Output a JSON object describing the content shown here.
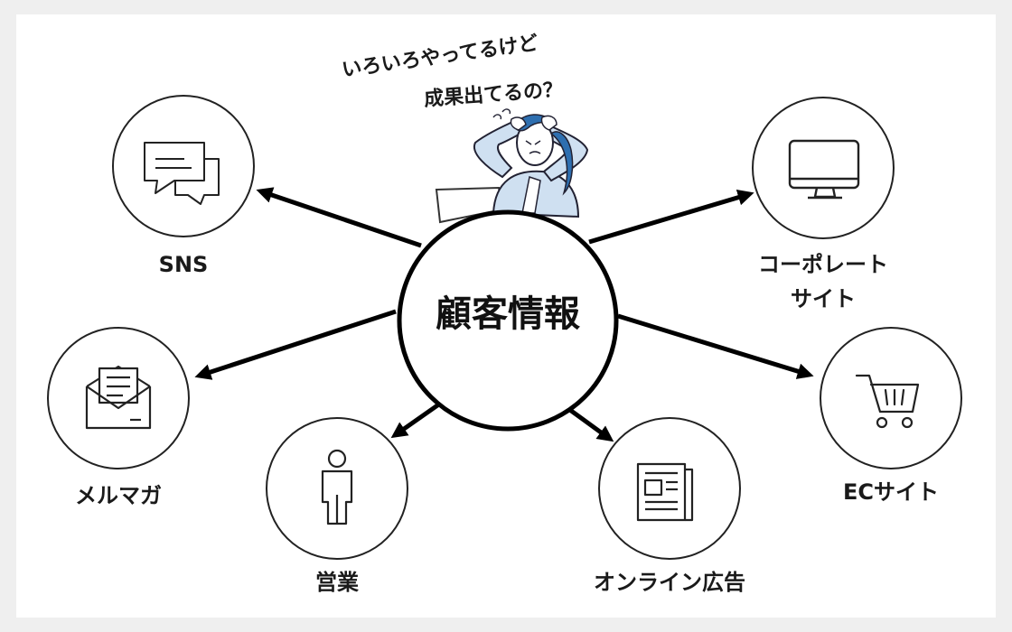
{
  "center": {
    "label": "顧客情報"
  },
  "thought": {
    "line1": "いろいろやってるけど",
    "line2": "成果出てるの？"
  },
  "channels": {
    "sns": {
      "label": "SNS",
      "icon": "chat-bubbles-icon"
    },
    "corporate": {
      "label_line1": "コーポレート",
      "label_line2": "サイト",
      "icon": "desktop-monitor-icon"
    },
    "mailmag": {
      "label": "メルマガ",
      "icon": "envelope-letter-icon"
    },
    "ec": {
      "label": "ECサイト",
      "icon": "shopping-cart-icon"
    },
    "sales": {
      "label": "営業",
      "icon": "person-icon"
    },
    "online_ad": {
      "label": "オンライン広告",
      "icon": "newspaper-icon"
    }
  },
  "colors": {
    "line": "#000000",
    "accent": "#2e6fb0",
    "shirt": "#cfe0f1"
  }
}
